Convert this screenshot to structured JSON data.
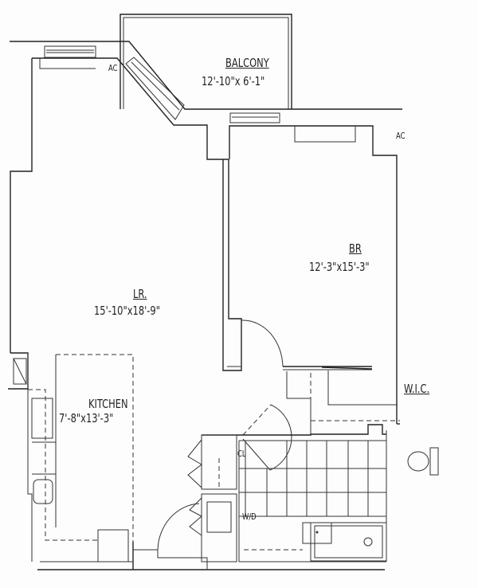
{
  "rooms": {
    "balcony": {
      "name": "BALCONY",
      "size": "12'-10\"x 6'-1\""
    },
    "bedroom": {
      "name": "BR",
      "size": "12'-3\"x15'-3\""
    },
    "living_room": {
      "name": "LR.",
      "size": "15'-10\"x18'-9\""
    },
    "kitchen": {
      "name": "KITCHEN",
      "size": "7'-8\"x13'-3\""
    },
    "walk_in_closet": {
      "name": "W.I.C."
    },
    "closet": {
      "name": "CL"
    },
    "washer_dryer": {
      "name": "W/D"
    }
  },
  "fixtures": {
    "ac_lr": "AC",
    "ac_br": "AC"
  }
}
